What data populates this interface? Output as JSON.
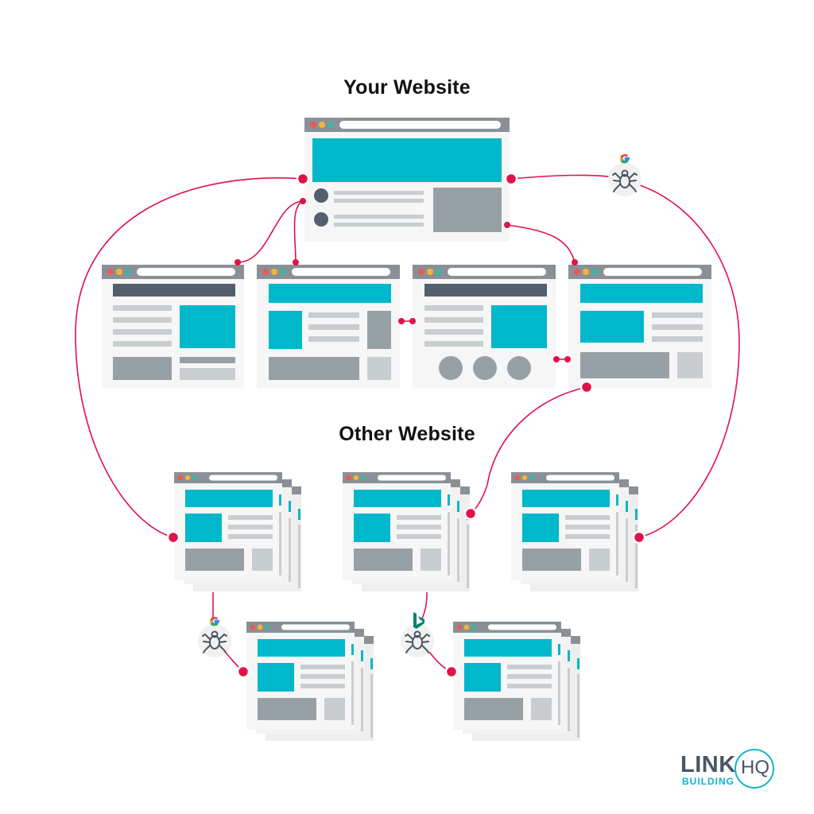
{
  "titles": {
    "top": "Your Website",
    "middle": "Other Website"
  },
  "logo": {
    "word": "LINK",
    "sub": "BUILDING",
    "hq": "HQ"
  },
  "icons": {
    "crawler_badges": [
      {
        "engine": "google-icon",
        "bug": "spider-icon"
      },
      {
        "engine": "google-icon",
        "bug": "spider-icon"
      },
      {
        "engine": "bing-icon",
        "bug": "spider-icon"
      }
    ],
    "link_dot": "link-node-icon"
  },
  "colors": {
    "accent": "#00b7cb",
    "link_line": "#e0124a",
    "frame": "#8a9096",
    "block_gray": "#97a1a5",
    "dark_bar": "#545f6e",
    "text_gray": "#c8cdd0",
    "panel": "#f5f5f5",
    "dot_red": "#e75c55",
    "dot_yellow": "#f2b632",
    "dot_green": "#3fb59f"
  }
}
